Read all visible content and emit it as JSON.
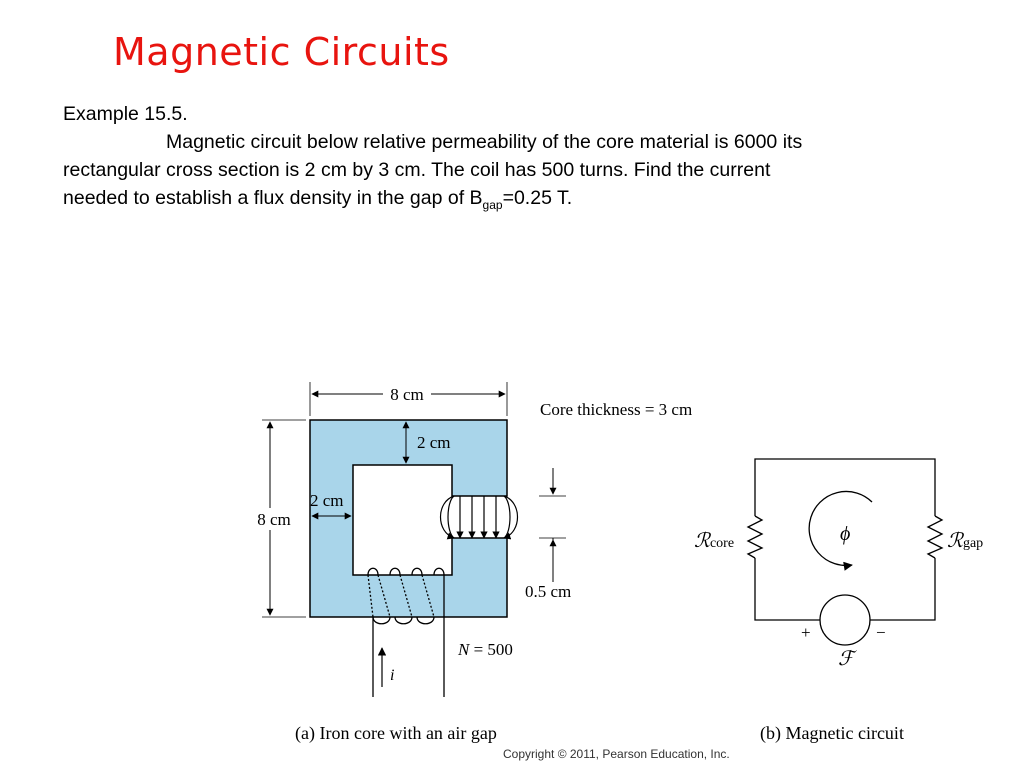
{
  "slide": {
    "title": "Magnetic Circuits",
    "example_label": "Example 15.5.",
    "line1": "Magnetic circuit below relative permeability of the core material is 6000 its",
    "line2": "rectangular cross section is 2 cm by 3 cm.  The coil has 500 turns. Find the current",
    "line3_prefix": "needed to establish a flux density in the gap of B",
    "line3_sub": "gap",
    "line3_suffix": "=0.25 T.",
    "title_color": "#e8140f"
  },
  "figure_a": {
    "width_label": "8 cm",
    "height_label": "8 cm",
    "top_thickness_label": "2 cm",
    "left_thickness_label": "2 cm",
    "core_thickness_label": "Core thickness = 3 cm",
    "gap_label": "0.5 cm",
    "turns_label": "= 500",
    "turns_symbol": "N",
    "current_symbol": "i",
    "caption": "(a) Iron core with an air gap",
    "core_color": "#a9d5ea"
  },
  "figure_b": {
    "r_core_symbol": "ℛ",
    "r_core_sub": "core",
    "r_gap_symbol": "ℛ",
    "r_gap_sub": "gap",
    "flux_symbol": "ϕ",
    "plus": "+",
    "minus": "−",
    "mmf_symbol": "ℱ",
    "caption": "(b) Magnetic circuit"
  },
  "footer": {
    "copyright": "Copyright © 2011, Pearson Education, Inc."
  }
}
